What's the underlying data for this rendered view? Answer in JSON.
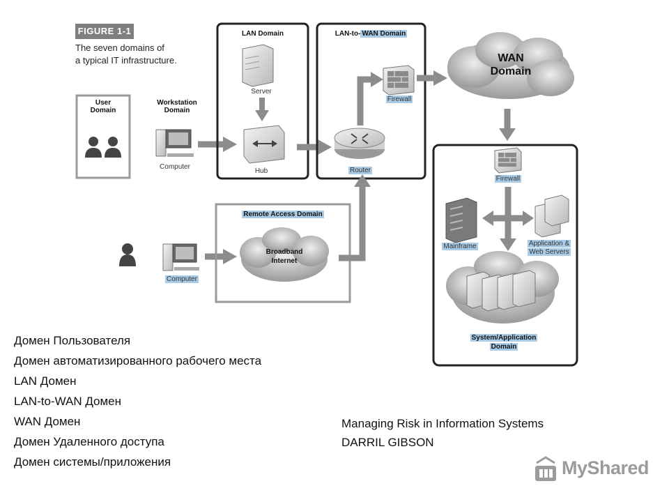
{
  "figure": {
    "badge": "FIGURE 1-1",
    "caption_line1": "The seven domains of",
    "caption_line2": "a typical IT infrastructure."
  },
  "diagram": {
    "user_domain": {
      "title_line1": "User",
      "title_line2": "Domain"
    },
    "workstation_domain": {
      "title_line1": "Workstation",
      "title_line2": "Domain",
      "computer_label": "Computer"
    },
    "lan_domain": {
      "title": "LAN Domain",
      "server_label": "Server",
      "hub_label": "Hub"
    },
    "lan_to_wan_domain": {
      "title_part1": "LAN-to-",
      "title_part2": "WAN Domain",
      "firewall_label": "Firewall",
      "router_label": "Router"
    },
    "wan_domain": {
      "line1": "WAN",
      "line2": "Domain"
    },
    "remote_access_domain": {
      "title": "Remote Access Domain",
      "cloud_line1": "Broadband",
      "cloud_line2": "Internet",
      "computer_label": "Computer"
    },
    "system_application_domain": {
      "firewall_label": "Firewall",
      "mainframe_label": "Mainframe",
      "servers_label_line1": "Application &",
      "servers_label_line2": "Web Servers",
      "title_line1": "System/Application",
      "title_line2": "Domain"
    }
  },
  "russian_list": [
    "Домен Пользователя",
    "Домен автоматизированного рабочего места",
    "LAN Домен",
    "LAN-to-WAN Домен",
    "WAN Домен",
    "Домен Удаленного доступа",
    "Домен системы/приложения"
  ],
  "credit": {
    "book_title": "Managing Risk in Information Systems",
    "author": "DARRIL GIBSON"
  },
  "watermark": {
    "text": "MyShared"
  }
}
